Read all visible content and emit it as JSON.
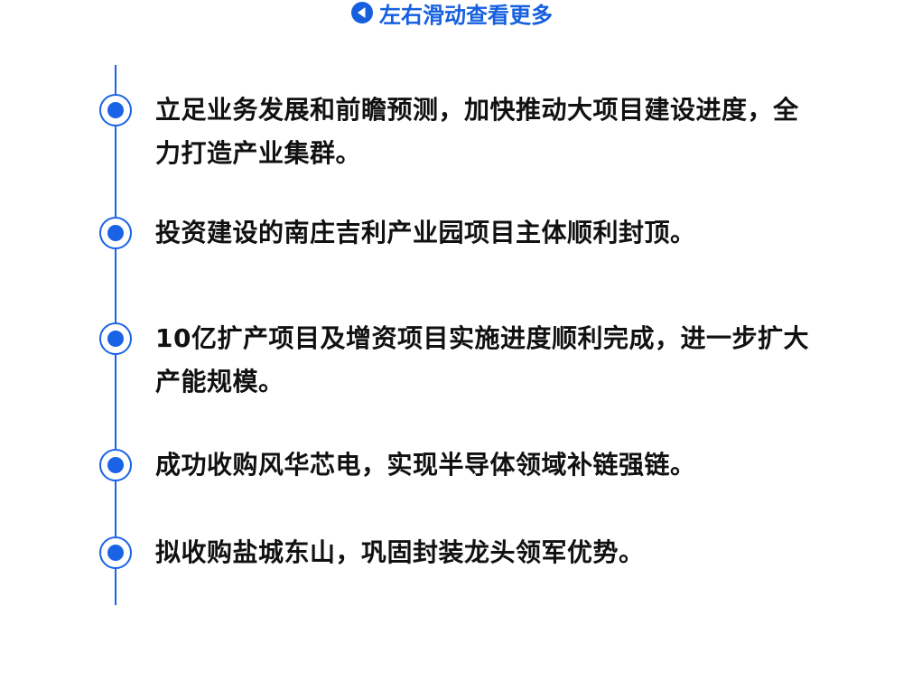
{
  "hint": {
    "label": "左右滑动查看更多",
    "icon": "left-arrow-icon",
    "color": "#1660e0"
  },
  "timeline": {
    "accent_color": "#1a63e6",
    "items": [
      {
        "text": "立足业务发展和前瞻预测，加快推动大项目建设进度，全力打造产业集群。"
      },
      {
        "text": "投资建设的南庄吉利产业园项目主体顺利封顶。"
      },
      {
        "text": "10亿扩产项目及增资项目实施进度顺利完成，进一步扩大产能规模。"
      },
      {
        "text": "成功收购风华芯电，实现半导体领域补链强链。"
      },
      {
        "text": "拟收购盐城东山，巩固封装龙头领军优势。"
      }
    ]
  }
}
